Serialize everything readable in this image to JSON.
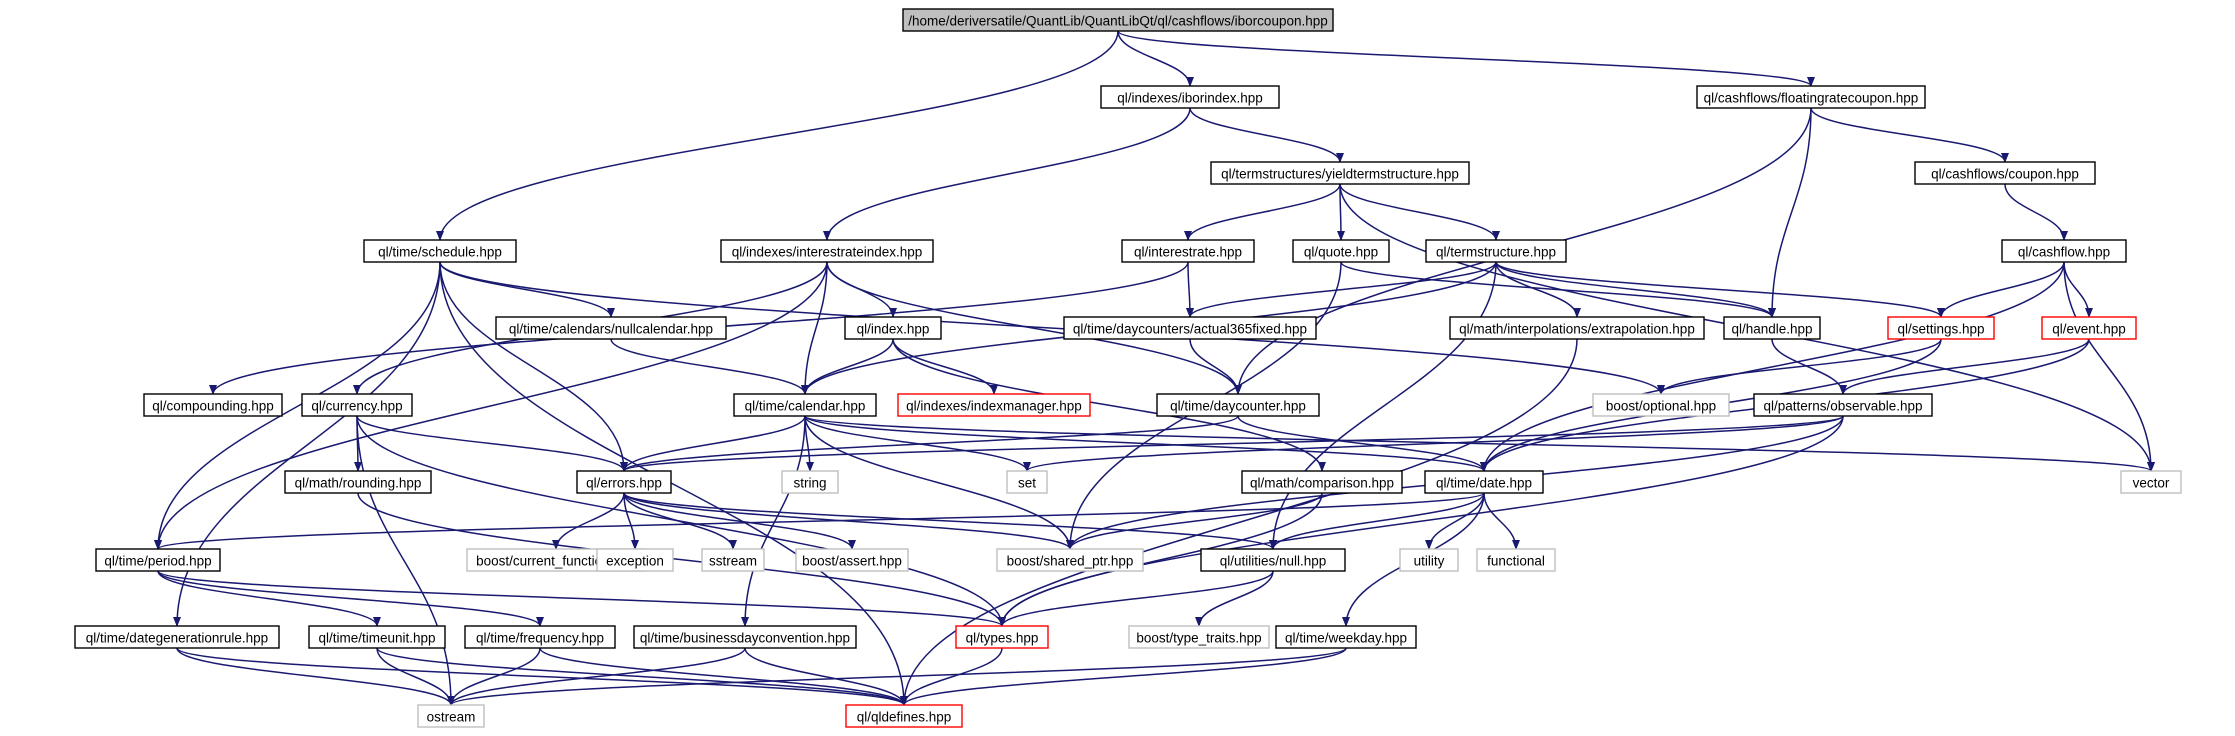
{
  "diagram": {
    "nodes": [
      {
        "id": "root",
        "label": "/home/deriversatile/QuantLib/QuantLibQt/ql/cashflows/iborcoupon.hpp",
        "style": "root"
      },
      {
        "id": "iborindex",
        "label": "ql/indexes/iborindex.hpp",
        "style": "normal"
      },
      {
        "id": "floatingratecoupon",
        "label": "ql/cashflows/floatingratecoupon.hpp",
        "style": "normal"
      },
      {
        "id": "yieldtermstructure",
        "label": "ql/termstructures/yieldtermstructure.hpp",
        "style": "normal"
      },
      {
        "id": "coupon",
        "label": "ql/cashflows/coupon.hpp",
        "style": "normal"
      },
      {
        "id": "schedule",
        "label": "ql/time/schedule.hpp",
        "style": "normal"
      },
      {
        "id": "interestrateindex",
        "label": "ql/indexes/interestrateindex.hpp",
        "style": "normal"
      },
      {
        "id": "interestrate",
        "label": "ql/interestrate.hpp",
        "style": "normal"
      },
      {
        "id": "quote",
        "label": "ql/quote.hpp",
        "style": "normal"
      },
      {
        "id": "termstructure",
        "label": "ql/termstructure.hpp",
        "style": "normal"
      },
      {
        "id": "cashflow",
        "label": "ql/cashflow.hpp",
        "style": "normal"
      },
      {
        "id": "nullcalendar",
        "label": "ql/time/calendars/nullcalendar.hpp",
        "style": "normal"
      },
      {
        "id": "index",
        "label": "ql/index.hpp",
        "style": "normal"
      },
      {
        "id": "actual365fixed",
        "label": "ql/time/daycounters/actual365fixed.hpp",
        "style": "normal"
      },
      {
        "id": "extrapolation",
        "label": "ql/math/interpolations/extrapolation.hpp",
        "style": "normal"
      },
      {
        "id": "handle",
        "label": "ql/handle.hpp",
        "style": "normal"
      },
      {
        "id": "settings",
        "label": "ql/settings.hpp",
        "style": "red"
      },
      {
        "id": "event",
        "label": "ql/event.hpp",
        "style": "red"
      },
      {
        "id": "compounding",
        "label": "ql/compounding.hpp",
        "style": "normal"
      },
      {
        "id": "currency",
        "label": "ql/currency.hpp",
        "style": "normal"
      },
      {
        "id": "calendar",
        "label": "ql/time/calendar.hpp",
        "style": "normal"
      },
      {
        "id": "indexmanager",
        "label": "ql/indexes/indexmanager.hpp",
        "style": "red"
      },
      {
        "id": "daycounter",
        "label": "ql/time/daycounter.hpp",
        "style": "normal"
      },
      {
        "id": "optional",
        "label": "boost/optional.hpp",
        "style": "gray"
      },
      {
        "id": "observable",
        "label": "ql/patterns/observable.hpp",
        "style": "normal"
      },
      {
        "id": "rounding",
        "label": "ql/math/rounding.hpp",
        "style": "normal"
      },
      {
        "id": "errors",
        "label": "ql/errors.hpp",
        "style": "normal"
      },
      {
        "id": "string",
        "label": "string",
        "style": "gray"
      },
      {
        "id": "set",
        "label": "set",
        "style": "gray"
      },
      {
        "id": "comparison",
        "label": "ql/math/comparison.hpp",
        "style": "normal"
      },
      {
        "id": "date",
        "label": "ql/time/date.hpp",
        "style": "normal"
      },
      {
        "id": "vector",
        "label": "vector",
        "style": "gray"
      },
      {
        "id": "period",
        "label": "ql/time/period.hpp",
        "style": "normal"
      },
      {
        "id": "current_function",
        "label": "boost/current_function.hpp",
        "style": "gray"
      },
      {
        "id": "exception",
        "label": "exception",
        "style": "gray"
      },
      {
        "id": "sstream",
        "label": "sstream",
        "style": "gray"
      },
      {
        "id": "assert",
        "label": "boost/assert.hpp",
        "style": "gray"
      },
      {
        "id": "shared_ptr",
        "label": "boost/shared_ptr.hpp",
        "style": "gray"
      },
      {
        "id": "null",
        "label": "ql/utilities/null.hpp",
        "style": "normal"
      },
      {
        "id": "utility",
        "label": "utility",
        "style": "gray"
      },
      {
        "id": "functional",
        "label": "functional",
        "style": "gray"
      },
      {
        "id": "dategenerationrule",
        "label": "ql/time/dategenerationrule.hpp",
        "style": "normal"
      },
      {
        "id": "timeunit",
        "label": "ql/time/timeunit.hpp",
        "style": "normal"
      },
      {
        "id": "frequency",
        "label": "ql/time/frequency.hpp",
        "style": "normal"
      },
      {
        "id": "businessdayconvention",
        "label": "ql/time/businessdayconvention.hpp",
        "style": "normal"
      },
      {
        "id": "types",
        "label": "ql/types.hpp",
        "style": "red"
      },
      {
        "id": "type_traits",
        "label": "boost/type_traits.hpp",
        "style": "gray"
      },
      {
        "id": "weekday",
        "label": "ql/time/weekday.hpp",
        "style": "normal"
      },
      {
        "id": "ostream",
        "label": "ostream",
        "style": "gray"
      },
      {
        "id": "qldefines",
        "label": "ql/qldefines.hpp",
        "style": "red"
      }
    ],
    "edges": [
      [
        "root",
        "iborindex"
      ],
      [
        "root",
        "floatingratecoupon"
      ],
      [
        "root",
        "schedule"
      ],
      [
        "iborindex",
        "yieldtermstructure"
      ],
      [
        "iborindex",
        "interestrateindex"
      ],
      [
        "floatingratecoupon",
        "coupon"
      ],
      [
        "floatingratecoupon",
        "handle"
      ],
      [
        "floatingratecoupon",
        "daycounter"
      ],
      [
        "coupon",
        "cashflow"
      ],
      [
        "cashflow",
        "settings"
      ],
      [
        "cashflow",
        "event"
      ],
      [
        "cashflow",
        "vector"
      ],
      [
        "cashflow",
        "date"
      ],
      [
        "yieldtermstructure",
        "interestrate"
      ],
      [
        "yieldtermstructure",
        "quote"
      ],
      [
        "yieldtermstructure",
        "termstructure"
      ],
      [
        "yieldtermstructure",
        "vector"
      ],
      [
        "schedule",
        "nullcalendar"
      ],
      [
        "schedule",
        "period"
      ],
      [
        "schedule",
        "dategenerationrule"
      ],
      [
        "schedule",
        "errors"
      ],
      [
        "schedule",
        "optional"
      ],
      [
        "schedule",
        "qldefines"
      ],
      [
        "interestrateindex",
        "index"
      ],
      [
        "interestrateindex",
        "calendar"
      ],
      [
        "interestrateindex",
        "daycounter"
      ],
      [
        "interestrateindex",
        "currency"
      ],
      [
        "interestrateindex",
        "period"
      ],
      [
        "interestrate",
        "actual365fixed"
      ],
      [
        "interestrate",
        "compounding"
      ],
      [
        "quote",
        "handle"
      ],
      [
        "quote",
        "shared_ptr"
      ],
      [
        "termstructure",
        "actual365fixed"
      ],
      [
        "termstructure",
        "extrapolation"
      ],
      [
        "termstructure",
        "handle"
      ],
      [
        "termstructure",
        "settings"
      ],
      [
        "termstructure",
        "calendar"
      ],
      [
        "termstructure",
        "null"
      ],
      [
        "nullcalendar",
        "calendar"
      ],
      [
        "index",
        "calendar"
      ],
      [
        "index",
        "indexmanager"
      ],
      [
        "index",
        "comparison"
      ],
      [
        "actual365fixed",
        "daycounter"
      ],
      [
        "extrapolation",
        "qldefines"
      ],
      [
        "handle",
        "observable"
      ],
      [
        "settings",
        "optional"
      ],
      [
        "settings",
        "date"
      ],
      [
        "event",
        "observable"
      ],
      [
        "event",
        "date"
      ],
      [
        "currency",
        "rounding"
      ],
      [
        "currency",
        "errors"
      ],
      [
        "currency",
        "ostream"
      ],
      [
        "currency",
        "types"
      ],
      [
        "calendar",
        "string"
      ],
      [
        "calendar",
        "set"
      ],
      [
        "calendar",
        "vector"
      ],
      [
        "calendar",
        "date"
      ],
      [
        "calendar",
        "errors"
      ],
      [
        "calendar",
        "shared_ptr"
      ],
      [
        "calendar",
        "businessdayconvention"
      ],
      [
        "daycounter",
        "date"
      ],
      [
        "daycounter",
        "errors"
      ],
      [
        "observable",
        "set"
      ],
      [
        "observable",
        "errors"
      ],
      [
        "observable",
        "shared_ptr"
      ],
      [
        "observable",
        "types"
      ],
      [
        "rounding",
        "types"
      ],
      [
        "errors",
        "current_function"
      ],
      [
        "errors",
        "exception"
      ],
      [
        "errors",
        "sstream"
      ],
      [
        "errors",
        "assert"
      ],
      [
        "errors",
        "shared_ptr"
      ],
      [
        "errors",
        "null"
      ],
      [
        "comparison",
        "shared_ptr"
      ],
      [
        "comparison",
        "types"
      ],
      [
        "date",
        "period"
      ],
      [
        "date",
        "null"
      ],
      [
        "date",
        "utility"
      ],
      [
        "date",
        "functional"
      ],
      [
        "date",
        "weekday"
      ],
      [
        "period",
        "timeunit"
      ],
      [
        "period",
        "frequency"
      ],
      [
        "period",
        "types"
      ],
      [
        "null",
        "types"
      ],
      [
        "null",
        "type_traits"
      ],
      [
        "dategenerationrule",
        "ostream"
      ],
      [
        "dategenerationrule",
        "qldefines"
      ],
      [
        "timeunit",
        "ostream"
      ],
      [
        "timeunit",
        "qldefines"
      ],
      [
        "frequency",
        "ostream"
      ],
      [
        "frequency",
        "qldefines"
      ],
      [
        "businessdayconvention",
        "ostream"
      ],
      [
        "businessdayconvention",
        "qldefines"
      ],
      [
        "types",
        "qldefines"
      ],
      [
        "weekday",
        "ostream"
      ],
      [
        "weekday",
        "qldefines"
      ]
    ]
  },
  "colors": {
    "edge": "#191970",
    "root_fill": "#bfbfbf",
    "normal_border": "#000000",
    "red_border": "#ff0000",
    "gray_border": "#bfbfbf",
    "text": "#000000"
  }
}
